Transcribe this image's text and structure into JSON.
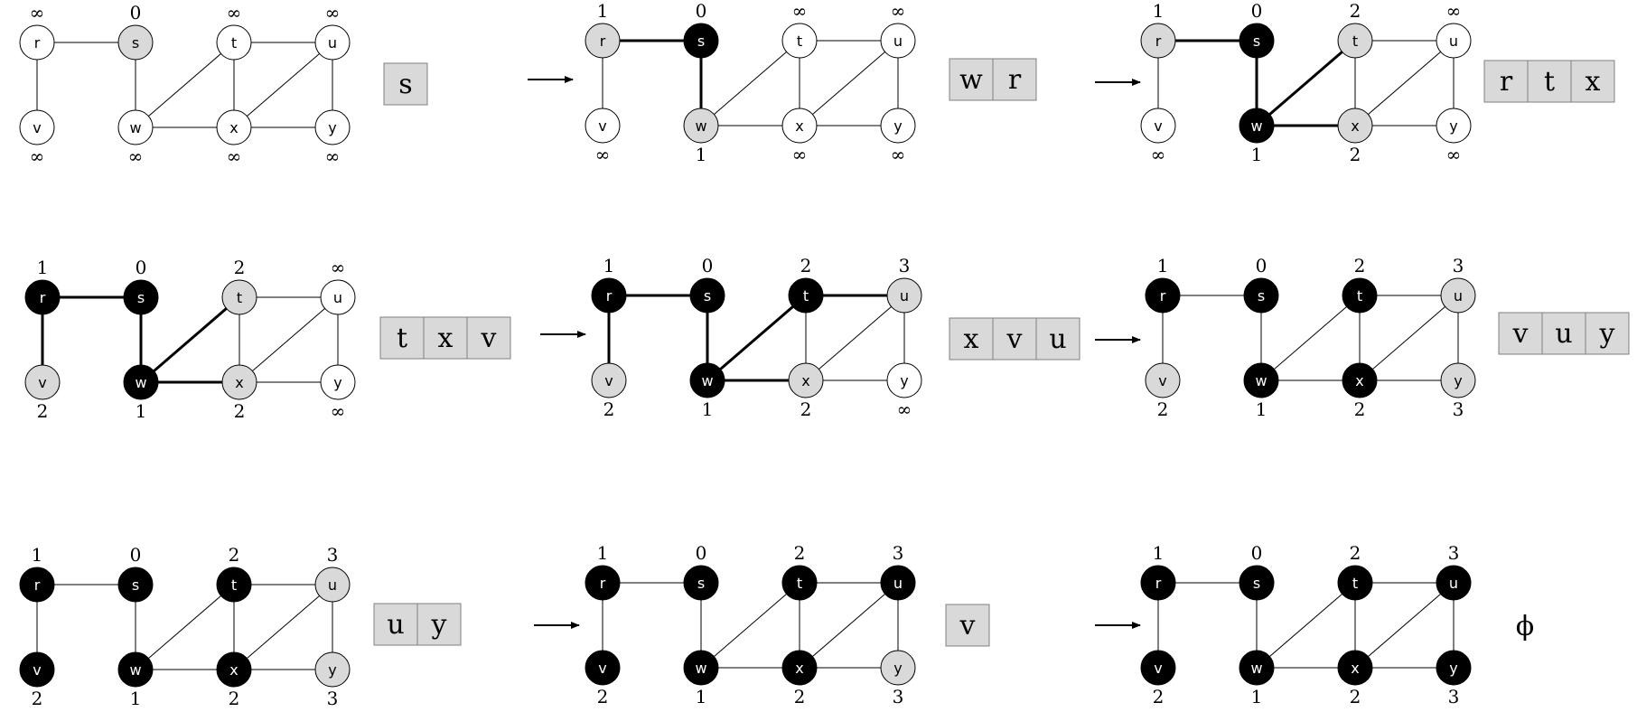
{
  "title": "",
  "colors": {
    "white_node_fill": "#ffffff",
    "gray_node_fill": "#d9d9d9",
    "black_node_fill": "#000000",
    "edge": "#000000",
    "queue_fill": "#d9d9d9",
    "queue_border": "#7f7f7f"
  },
  "node_names": [
    "r",
    "s",
    "t",
    "u",
    "v",
    "w",
    "x",
    "y"
  ],
  "edges": [
    [
      "r",
      "s"
    ],
    [
      "r",
      "v"
    ],
    [
      "s",
      "w"
    ],
    [
      "t",
      "u"
    ],
    [
      "t",
      "w"
    ],
    [
      "t",
      "x"
    ],
    [
      "u",
      "x"
    ],
    [
      "u",
      "y"
    ],
    [
      "w",
      "x"
    ],
    [
      "x",
      "y"
    ]
  ],
  "empty_queue_symbol": "ϕ",
  "step_arrow_icon": "right-arrow-icon",
  "steps": [
    {
      "colors": {
        "r": "white",
        "s": "gray",
        "t": "white",
        "u": "white",
        "v": "white",
        "w": "white",
        "x": "white",
        "y": "white"
      },
      "dist": {
        "r": "∞",
        "s": "0",
        "t": "∞",
        "u": "∞",
        "v": "∞",
        "w": "∞",
        "x": "∞",
        "y": "∞"
      },
      "tree_edges": [],
      "queue": [
        "s"
      ]
    },
    {
      "colors": {
        "r": "gray",
        "s": "black",
        "t": "white",
        "u": "white",
        "v": "white",
        "w": "gray",
        "x": "white",
        "y": "white"
      },
      "dist": {
        "r": "1",
        "s": "0",
        "t": "∞",
        "u": "∞",
        "v": "∞",
        "w": "1",
        "x": "∞",
        "y": "∞"
      },
      "tree_edges": [
        [
          "r",
          "s"
        ],
        [
          "s",
          "w"
        ]
      ],
      "queue": [
        "w",
        "r"
      ]
    },
    {
      "colors": {
        "r": "gray",
        "s": "black",
        "t": "gray",
        "u": "white",
        "v": "white",
        "w": "black",
        "x": "gray",
        "y": "white"
      },
      "dist": {
        "r": "1",
        "s": "0",
        "t": "2",
        "u": "∞",
        "v": "∞",
        "w": "1",
        "x": "2",
        "y": "∞"
      },
      "tree_edges": [
        [
          "r",
          "s"
        ],
        [
          "s",
          "w"
        ],
        [
          "t",
          "w"
        ],
        [
          "w",
          "x"
        ]
      ],
      "queue": [
        "r",
        "t",
        "x"
      ]
    },
    {
      "colors": {
        "r": "black",
        "s": "black",
        "t": "gray",
        "u": "white",
        "v": "gray",
        "w": "black",
        "x": "gray",
        "y": "white"
      },
      "dist": {
        "r": "1",
        "s": "0",
        "t": "2",
        "u": "∞",
        "v": "2",
        "w": "1",
        "x": "2",
        "y": "∞"
      },
      "tree_edges": [
        [
          "r",
          "s"
        ],
        [
          "r",
          "v"
        ],
        [
          "s",
          "w"
        ],
        [
          "t",
          "w"
        ],
        [
          "w",
          "x"
        ]
      ],
      "queue": [
        "t",
        "x",
        "v"
      ]
    },
    {
      "colors": {
        "r": "black",
        "s": "black",
        "t": "black",
        "u": "gray",
        "v": "gray",
        "w": "black",
        "x": "gray",
        "y": "white"
      },
      "dist": {
        "r": "1",
        "s": "0",
        "t": "2",
        "u": "3",
        "v": "2",
        "w": "1",
        "x": "2",
        "y": "∞"
      },
      "tree_edges": [
        [
          "r",
          "s"
        ],
        [
          "r",
          "v"
        ],
        [
          "s",
          "w"
        ],
        [
          "t",
          "w"
        ],
        [
          "w",
          "x"
        ],
        [
          "t",
          "u"
        ]
      ],
      "queue": [
        "x",
        "v",
        "u"
      ]
    },
    {
      "colors": {
        "r": "black",
        "s": "black",
        "t": "black",
        "u": "gray",
        "v": "gray",
        "w": "black",
        "x": "black",
        "y": "gray"
      },
      "dist": {
        "r": "1",
        "s": "0",
        "t": "2",
        "u": "3",
        "v": "2",
        "w": "1",
        "x": "2",
        "y": "3"
      },
      "tree_edges": [],
      "queue": [
        "v",
        "u",
        "y"
      ]
    },
    {
      "colors": {
        "r": "black",
        "s": "black",
        "t": "black",
        "u": "gray",
        "v": "black",
        "w": "black",
        "x": "black",
        "y": "gray"
      },
      "dist": {
        "r": "1",
        "s": "0",
        "t": "2",
        "u": "3",
        "v": "2",
        "w": "1",
        "x": "2",
        "y": "3"
      },
      "tree_edges": [],
      "queue": [
        "u",
        "y"
      ]
    },
    {
      "colors": {
        "r": "black",
        "s": "black",
        "t": "black",
        "u": "black",
        "v": "black",
        "w": "black",
        "x": "black",
        "y": "gray"
      },
      "dist": {
        "r": "1",
        "s": "0",
        "t": "2",
        "u": "3",
        "v": "2",
        "w": "1",
        "x": "2",
        "y": "3"
      },
      "tree_edges": [],
      "queue": [
        "v"
      ]
    },
    {
      "colors": {
        "r": "black",
        "s": "black",
        "t": "black",
        "u": "black",
        "v": "black",
        "w": "black",
        "x": "black",
        "y": "black"
      },
      "dist": {
        "r": "1",
        "s": "0",
        "t": "2",
        "u": "3",
        "v": "2",
        "w": "1",
        "x": "2",
        "y": "3"
      },
      "tree_edges": [],
      "queue": []
    }
  ]
}
